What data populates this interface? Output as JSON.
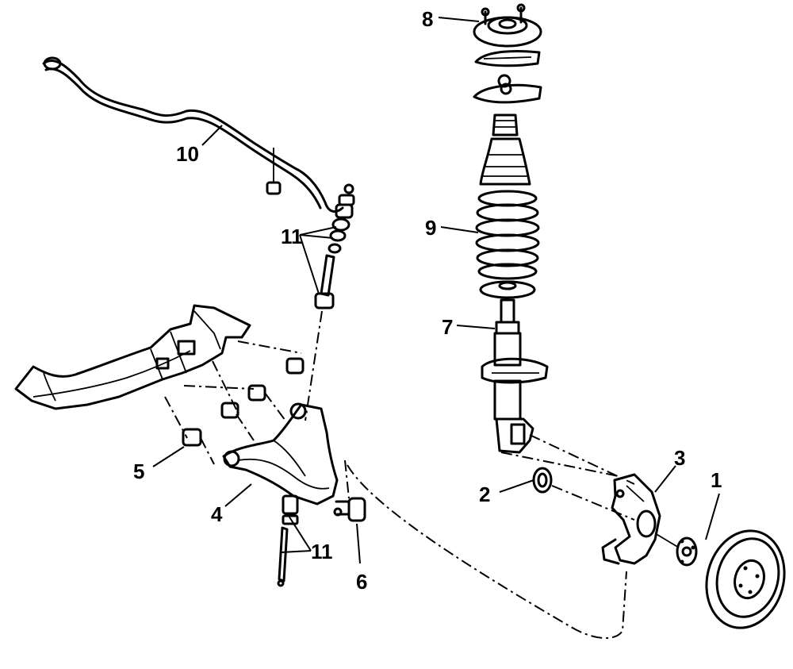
{
  "callouts": {
    "c1": "1",
    "c2": "2",
    "c3": "3",
    "c4": "4",
    "c5": "5",
    "c6": "6",
    "c7": "7",
    "c8": "8",
    "c9": "9",
    "c10": "10",
    "c11a": "11",
    "c11b": "11"
  },
  "colors": {
    "ink": "#000000",
    "paper": "#ffffff"
  }
}
